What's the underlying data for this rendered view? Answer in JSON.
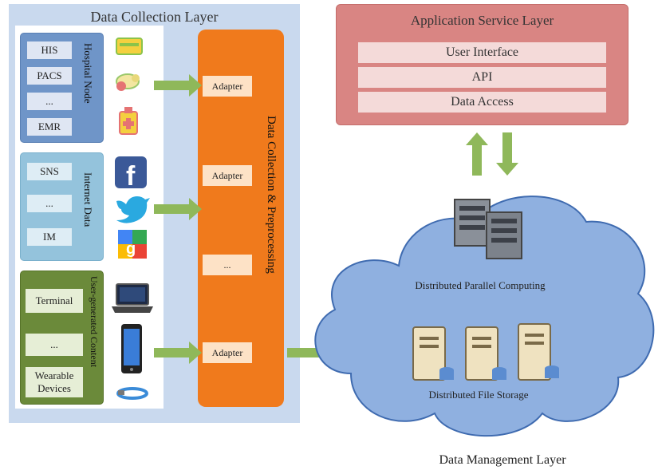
{
  "collection_layer": {
    "title": "Data Collection Layer",
    "hospital_node": {
      "label": "Hospital Node",
      "items": [
        "HIS",
        "PACS",
        "...",
        "EMR"
      ]
    },
    "internet_data": {
      "label": "Internet Data",
      "items": [
        "SNS",
        "...",
        "IM"
      ]
    },
    "user_content": {
      "label": "User-generated Content",
      "items": [
        "Terminal",
        "...",
        "Wearable Devices"
      ]
    }
  },
  "preprocessing": {
    "label": "Data Collection & Preprocessing",
    "adapters": [
      "Adapter",
      "Adapter",
      "...",
      "Adapter"
    ]
  },
  "service_layer": {
    "title": "Application Service Layer",
    "items": [
      "User Interface",
      "API",
      "Data Access"
    ]
  },
  "management_layer": {
    "title": "Data Management Layer",
    "computing_label": "Distributed Parallel Computing",
    "storage_label": "Distributed File Storage"
  },
  "icons": [
    "credit-card-icon",
    "pill-icon",
    "medicine-bag-icon",
    "facebook-icon",
    "twitter-icon",
    "google-icon",
    "laptop-icon",
    "smartphone-icon",
    "wearable-band-icon",
    "server-rack-icon",
    "storage-server-icon"
  ],
  "colors": {
    "collection_bg": "#c9d9ee",
    "preprocessing": "#f07a1c",
    "service_layer": "#d98583",
    "cloud": "#8fb0e0",
    "arrow": "#8fb85a"
  }
}
